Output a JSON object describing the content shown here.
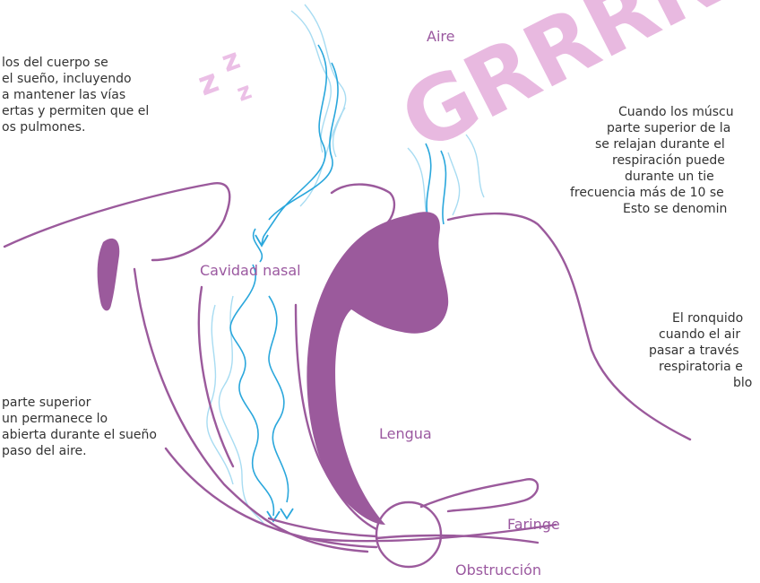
{
  "colors": {
    "anatomy": "#9b5a9c",
    "air": "#2aa7dc",
    "air_light": "#a8dcf2",
    "label": "#9b59a0",
    "text": "#333333",
    "snore": "#e8b9e0"
  },
  "snore_text": "GRRRRK!!!",
  "zzz": [
    "z",
    "z",
    "z"
  ],
  "labels": {
    "aire": "Aire",
    "cavidad_nasal": "Cavidad nasal",
    "lengua": "Lengua",
    "faringe": "Faringe",
    "obstruccion": "Obstrucción"
  },
  "paragraphs": {
    "top_left": [
      "los del cuerpo se",
      "el sueño, incluyendo",
      "a mantener las vías",
      "ertas y permiten que el",
      "os pulmones."
    ],
    "bottom_left": [
      "parte superior",
      "un permanece lo",
      "abierta durante el sueño",
      "paso del aire."
    ],
    "top_right": [
      "Cuando los múscu",
      "parte superior de la",
      "se relajan durante el",
      "respiración puede",
      "durante un tie",
      "frecuencia más de 10 se",
      "Esto se denomin"
    ],
    "right": [
      "El ronquido",
      "cuando el air",
      "pasar a través",
      "respiratoria e",
      "blo"
    ]
  }
}
